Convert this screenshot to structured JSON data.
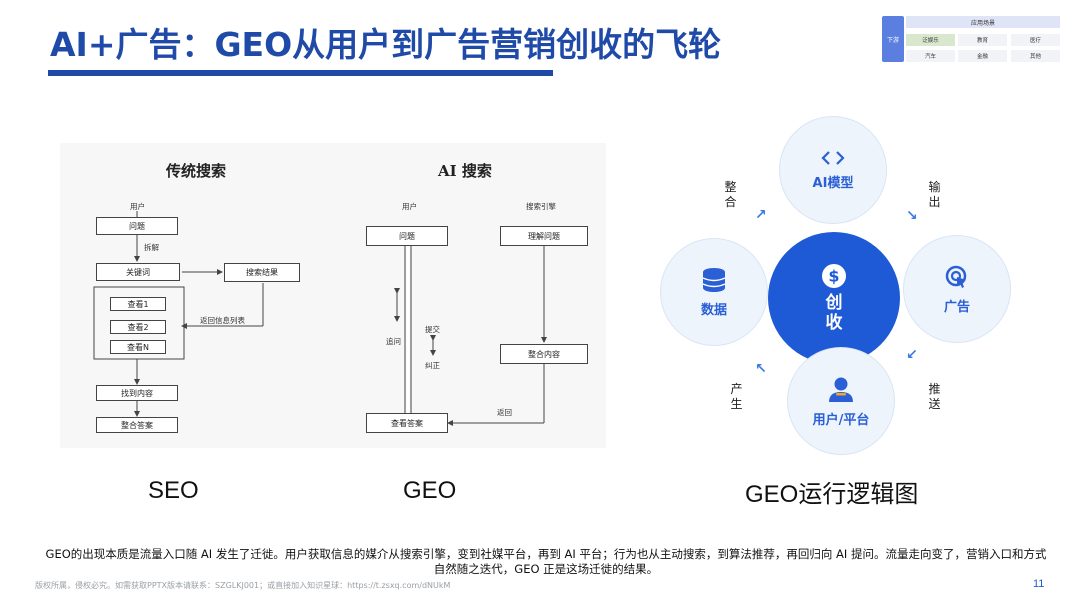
{
  "slide": {
    "title": "AI+广告：GEO从用户到广告营销创收的飞轮",
    "page_number": "11",
    "description": "GEO的出现本质是流量入口随 AI 发生了迁徙。用户获取信息的媒介从搜索引擎，变到社媒平台，再到 AI 平台；行为也从主动搜索，到算法推荐，再回归向 AI 提问。流量走向变了，营销入口和方式自然随之迭代，GEO 正是这场迁徙的结果。",
    "footer": "版权所属，侵权必究。如需获取PPTX版本请联系：SZGLKJ001；或直接加入知识星球：https://t.zsxq.com/dNUkM"
  },
  "mini_nav": {
    "side_label": "下游",
    "header": "应用场景",
    "cells": [
      "泛娱乐",
      "教育",
      "医疗",
      "汽车",
      "金融",
      "其他"
    ]
  },
  "traditional_search": {
    "title": "传统搜索",
    "user": "用户",
    "question": "问题",
    "split": "拆解",
    "keyword": "关键词",
    "search_results": "搜索结果",
    "return_list": "返回信息列表",
    "views": [
      "查看1",
      "查看2",
      "查看N"
    ],
    "find_content": "找到内容",
    "integrate_answer": "整合答案"
  },
  "ai_search": {
    "title": "AI 搜索",
    "user": "用户",
    "engine": "搜索引擎",
    "question": "问题",
    "understand": "理解问题",
    "follow_up": "追问",
    "submit": "提交",
    "correct": "纠正",
    "integrate": "整合内容",
    "return": "返回",
    "view_answer": "查看答案"
  },
  "captions": {
    "seo": "SEO",
    "geo": "GEO",
    "logic": "GEO运行逻辑图"
  },
  "flywheel": {
    "center": [
      "创",
      "收"
    ],
    "nodes": {
      "top": "AI模型",
      "left": "数据",
      "right": "广告",
      "bottom": "用户/平台"
    },
    "edges": {
      "integrate": "整合",
      "output": "输出",
      "produce": "产生",
      "push": "推送"
    },
    "colors": {
      "accent": "#1f5ad6",
      "node_bg": "#eef4fc"
    }
  }
}
